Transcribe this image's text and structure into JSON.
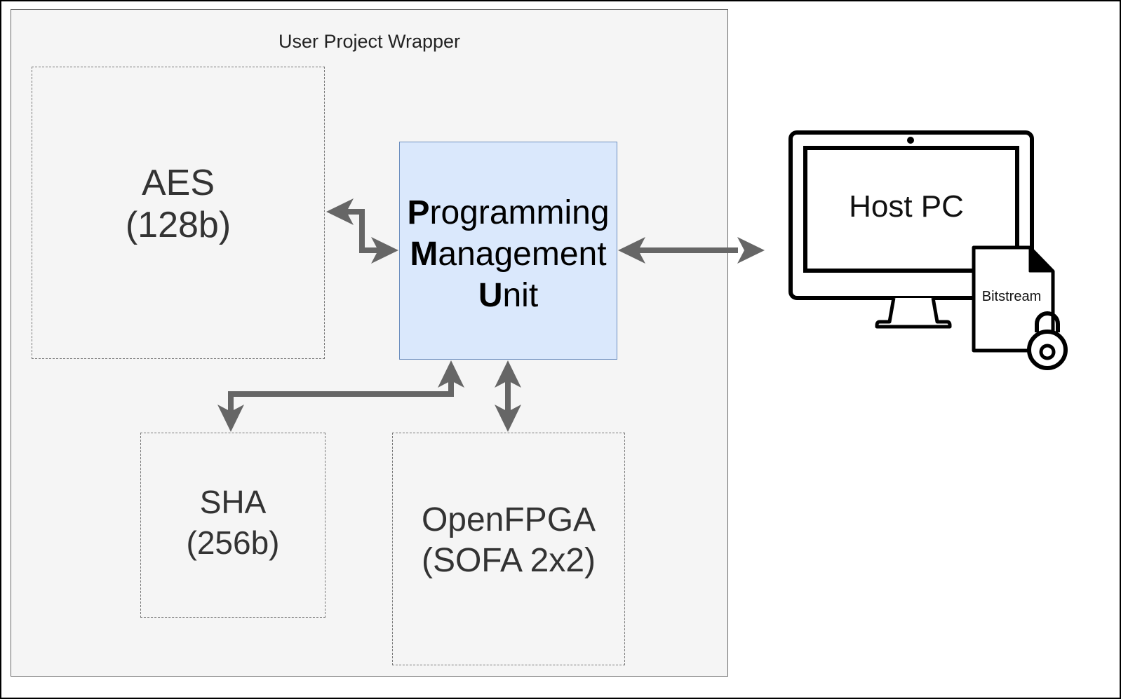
{
  "wrapper": {
    "title": "User Project Wrapper"
  },
  "blocks": {
    "aes": {
      "line1": "AES",
      "line2": "(128b)"
    },
    "sha": {
      "line1": "SHA",
      "line2": "(256b)"
    },
    "openfpga": {
      "line1": "OpenFPGA",
      "line2": "(SOFA 2x2)"
    },
    "pmu": {
      "line1_initial": "P",
      "line1_rest": "rogramming",
      "line2_initial": "M",
      "line2_rest": "anagement",
      "line3_initial": "U",
      "line3_rest": "nit"
    }
  },
  "host": {
    "label": "Host PC",
    "file_label": "Bitstream"
  },
  "colors": {
    "wrapper_fill": "#f5f5f5",
    "pmu_fill": "#dae8fc",
    "pmu_border": "#6c8ebf",
    "arrow": "#666666"
  }
}
